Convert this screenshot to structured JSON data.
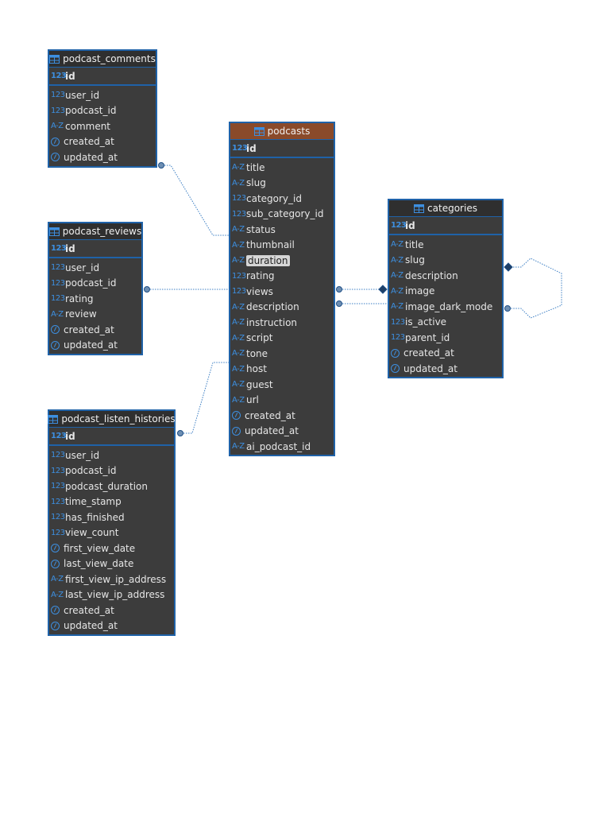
{
  "colors": {
    "border": "#1f62a8",
    "body": "#3c3c3c",
    "header": "#2f2f2f",
    "primary_header": "#8a4a2a",
    "icon": "#3d8fe0"
  },
  "entities": [
    {
      "key": "podcast_comments",
      "title": "podcast_comments",
      "pk": {
        "type": "123",
        "name": "id"
      },
      "columns": [
        {
          "type": "123",
          "name": "user_id"
        },
        {
          "type": "AZ",
          "name": "podcast_id",
          "typeOverride": "123"
        },
        {
          "type": "AZ",
          "name": "comment"
        },
        {
          "type": "clock",
          "name": "created_at"
        },
        {
          "type": "clock",
          "name": "updated_at"
        }
      ]
    },
    {
      "key": "podcast_reviews",
      "title": "podcast_reviews",
      "pk": {
        "type": "123",
        "name": "id"
      },
      "columns": [
        {
          "type": "123",
          "name": "user_id"
        },
        {
          "type": "123",
          "name": "podcast_id"
        },
        {
          "type": "123",
          "name": "rating"
        },
        {
          "type": "AZ",
          "name": "review"
        },
        {
          "type": "clock",
          "name": "created_at"
        },
        {
          "type": "clock",
          "name": "updated_at"
        }
      ]
    },
    {
      "key": "podcast_listen_histories",
      "title": "podcast_listen_histories",
      "pk": {
        "type": "123",
        "name": "id"
      },
      "columns": [
        {
          "type": "123",
          "name": "user_id"
        },
        {
          "type": "123",
          "name": "podcast_id"
        },
        {
          "type": "123",
          "name": "podcast_duration"
        },
        {
          "type": "123",
          "name": "time_stamp"
        },
        {
          "type": "123",
          "name": "has_finished"
        },
        {
          "type": "123",
          "name": "view_count"
        },
        {
          "type": "clock",
          "name": "first_view_date"
        },
        {
          "type": "clock",
          "name": "last_view_date"
        },
        {
          "type": "AZ",
          "name": "first_view_ip_address"
        },
        {
          "type": "AZ",
          "name": "last_view_ip_address"
        },
        {
          "type": "clock",
          "name": "created_at"
        },
        {
          "type": "clock",
          "name": "updated_at"
        }
      ]
    },
    {
      "key": "podcasts",
      "title": "podcasts",
      "primary": true,
      "pk": {
        "type": "123",
        "name": "id"
      },
      "columns": [
        {
          "type": "AZ",
          "name": "title"
        },
        {
          "type": "AZ",
          "name": "slug"
        },
        {
          "type": "123",
          "name": "category_id"
        },
        {
          "type": "123",
          "name": "sub_category_id"
        },
        {
          "type": "AZ",
          "name": "status"
        },
        {
          "type": "AZ",
          "name": "thumbnail"
        },
        {
          "type": "AZ",
          "name": "duration",
          "highlighted": true
        },
        {
          "type": "123",
          "name": "rating"
        },
        {
          "type": "123",
          "name": "views"
        },
        {
          "type": "AZ",
          "name": "description"
        },
        {
          "type": "AZ",
          "name": "instruction"
        },
        {
          "type": "AZ",
          "name": "script"
        },
        {
          "type": "AZ",
          "name": "tone"
        },
        {
          "type": "AZ",
          "name": "host"
        },
        {
          "type": "AZ",
          "name": "guest"
        },
        {
          "type": "AZ",
          "name": "url"
        },
        {
          "type": "clock",
          "name": "created_at"
        },
        {
          "type": "clock",
          "name": "updated_at"
        },
        {
          "type": "AZ",
          "name": "ai_podcast_id"
        }
      ]
    },
    {
      "key": "categories",
      "title": "categories",
      "pk": {
        "type": "123",
        "name": "id"
      },
      "columns": [
        {
          "type": "AZ",
          "name": "title"
        },
        {
          "type": "AZ",
          "name": "slug"
        },
        {
          "type": "AZ",
          "name": "description"
        },
        {
          "type": "AZ",
          "name": "image"
        },
        {
          "type": "AZ",
          "name": "image_dark_mode"
        },
        {
          "type": "123",
          "name": "is_active"
        },
        {
          "type": "123",
          "name": "parent_id"
        },
        {
          "type": "clock",
          "name": "created_at"
        },
        {
          "type": "clock",
          "name": "updated_at"
        }
      ]
    }
  ],
  "relations": [
    {
      "from": "podcast_comments",
      "to": "podcasts"
    },
    {
      "from": "podcast_reviews",
      "to": "podcasts"
    },
    {
      "from": "podcast_listen_histories",
      "to": "podcasts"
    },
    {
      "from": "podcasts",
      "to": "categories",
      "via": "category_id"
    },
    {
      "from": "podcasts",
      "to": "categories",
      "via": "sub_category_id"
    },
    {
      "from": "categories",
      "to": "categories",
      "via": "parent_id"
    }
  ]
}
